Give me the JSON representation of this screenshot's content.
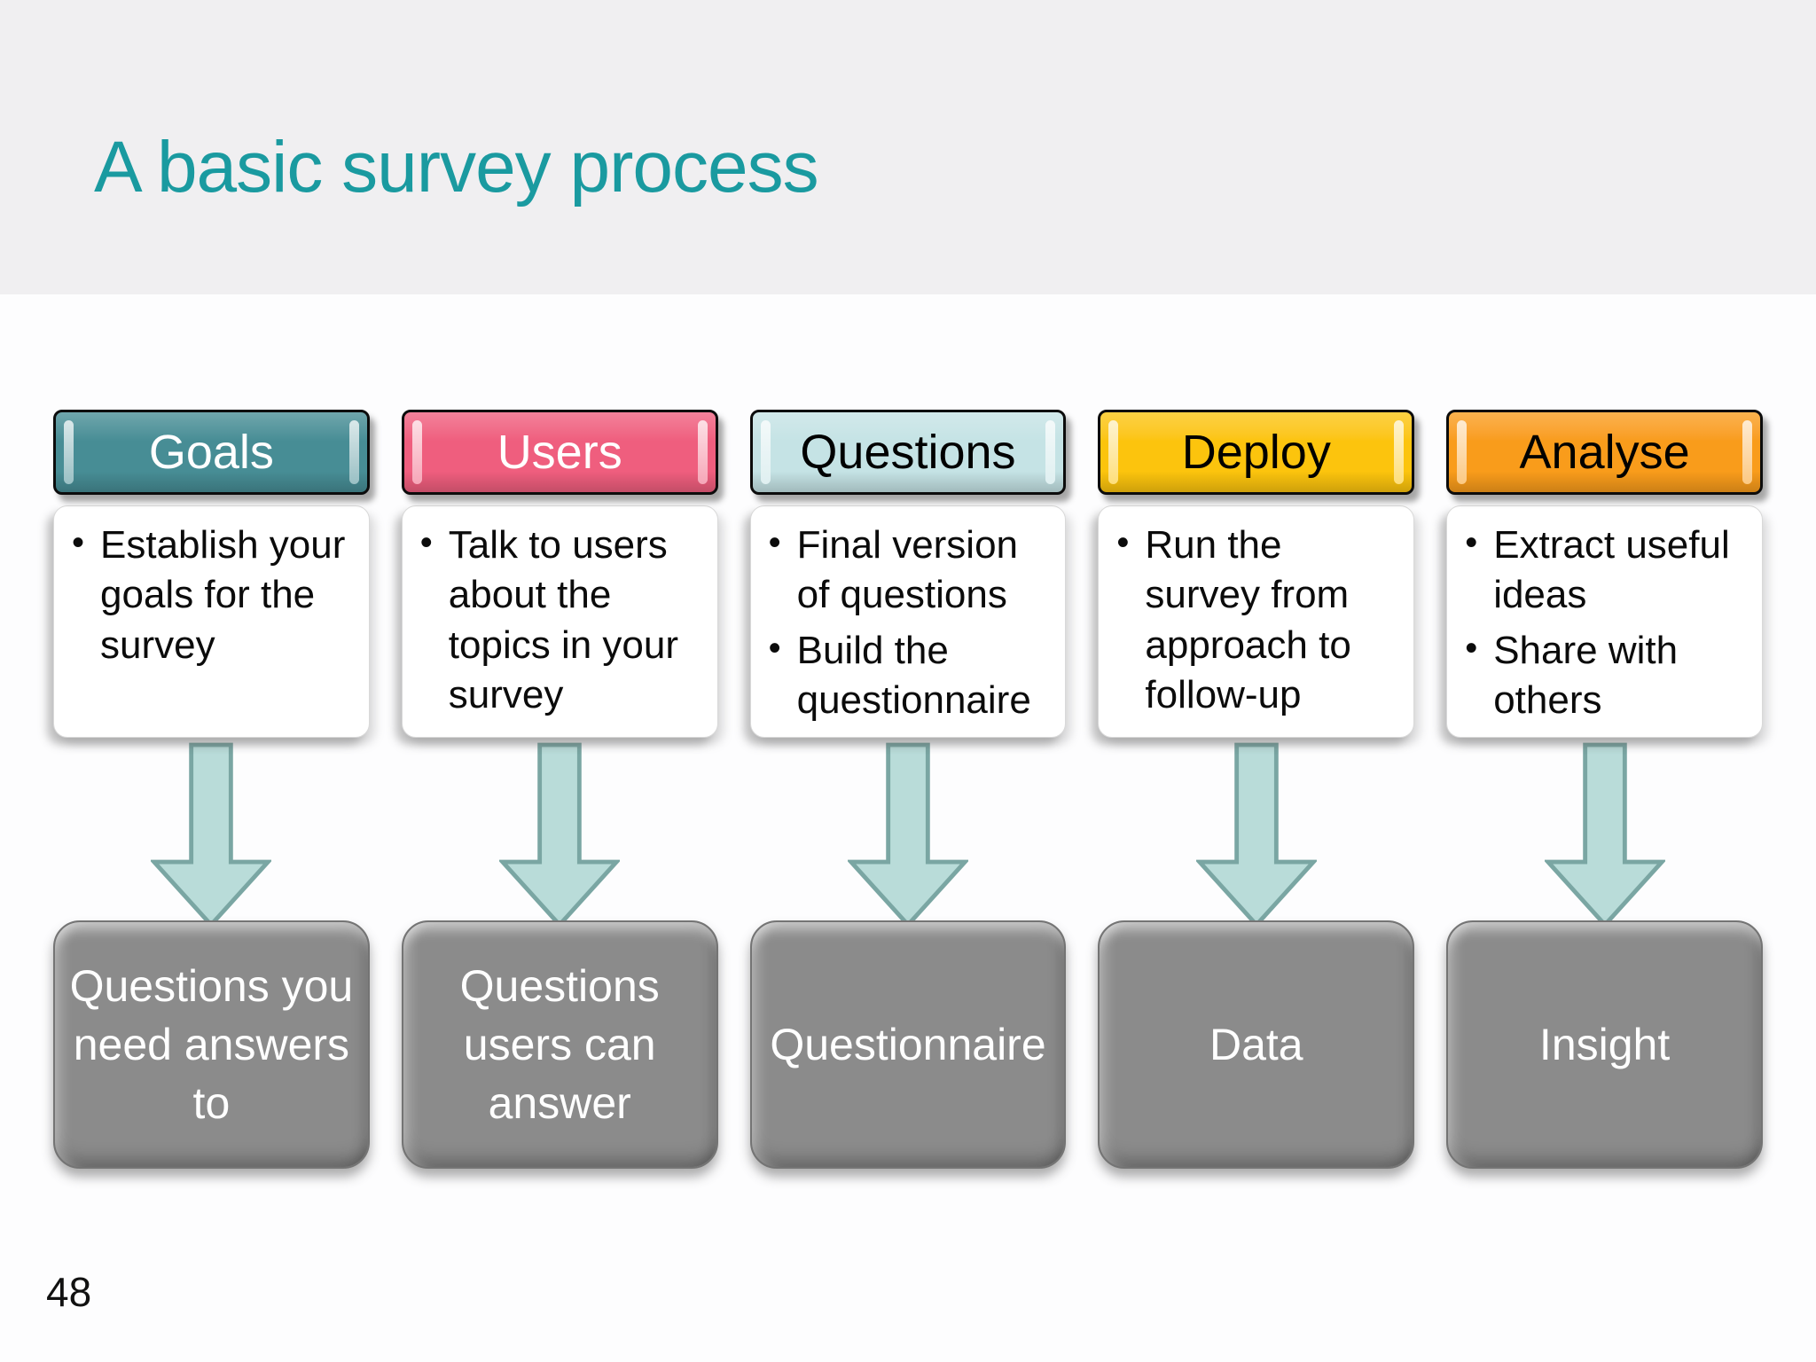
{
  "slide": {
    "title": "A basic survey process",
    "page_number": "48",
    "title_color": "#1a9aa0",
    "band_color": "#f0eff1"
  },
  "arrow": {
    "fill": "#b9dcd9",
    "stroke": "#7aa6a3"
  },
  "result_box": {
    "bg": "#8b8b8b",
    "text_color": "#ffffff"
  },
  "columns": [
    {
      "id": "goals",
      "header": "Goals",
      "header_bg": "#478d95",
      "header_text_color": "#ffffff",
      "bullets": [
        "Establish your goals for the survey"
      ],
      "result": "Questions you need answers to"
    },
    {
      "id": "users",
      "header": "Users",
      "header_bg": "#ef5e7e",
      "header_text_color": "#ffffff",
      "bullets": [
        "Talk to users about the topics in your survey"
      ],
      "result": "Questions users can answer"
    },
    {
      "id": "questions",
      "header": "Questions",
      "header_bg": "#c5e3e5",
      "header_text_color": "#000000",
      "bullets": [
        "Final version of questions",
        "Build the questionnaire"
      ],
      "result": "Questionnaire"
    },
    {
      "id": "deploy",
      "header": "Deploy",
      "header_bg": "#fcc40d",
      "header_text_color": "#000000",
      "bullets": [
        "Run the survey from approach to follow-up"
      ],
      "result": "Data"
    },
    {
      "id": "analyse",
      "header": "Analyse",
      "header_bg": "#f99c1b",
      "header_text_color": "#000000",
      "bullets": [
        "Extract useful ideas",
        "Share with others"
      ],
      "result": "Insight"
    }
  ]
}
